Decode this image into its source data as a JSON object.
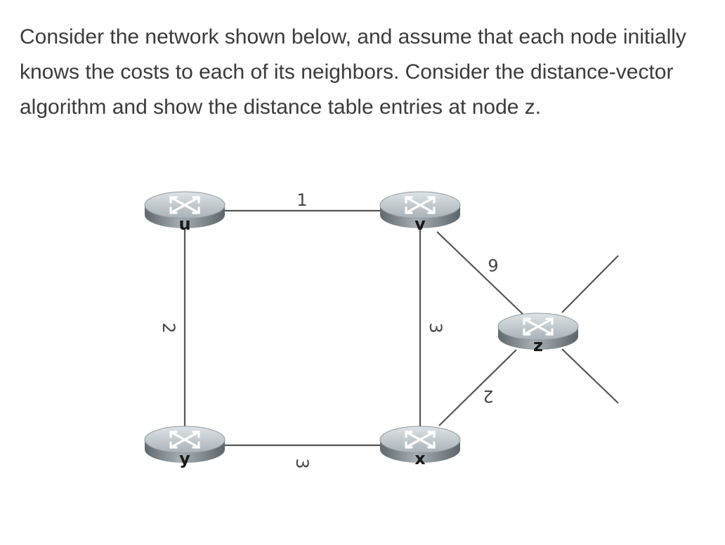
{
  "question": {
    "text": "Consider the network shown below, and assume that each node initially knows the costs to each of its neighbors. Consider the distance-vector algorithm and show the distance table entries at node z."
  },
  "network": {
    "nodes": [
      {
        "id": "u",
        "label": "u"
      },
      {
        "id": "v",
        "label": "v"
      },
      {
        "id": "y",
        "label": "y"
      },
      {
        "id": "x",
        "label": "x"
      },
      {
        "id": "z",
        "label": "z"
      }
    ],
    "links": [
      {
        "from": "u",
        "to": "v",
        "cost": "1"
      },
      {
        "from": "u",
        "to": "y",
        "cost": "2"
      },
      {
        "from": "v",
        "to": "x",
        "cost": "3"
      },
      {
        "from": "y",
        "to": "x",
        "cost": "3"
      },
      {
        "from": "v",
        "to": "z",
        "cost": "6"
      },
      {
        "from": "x",
        "to": "z",
        "cost": "2"
      }
    ],
    "colors": {
      "router_top": "#b8c0c4",
      "router_side": "#7c858a",
      "edge": "#555555"
    }
  }
}
